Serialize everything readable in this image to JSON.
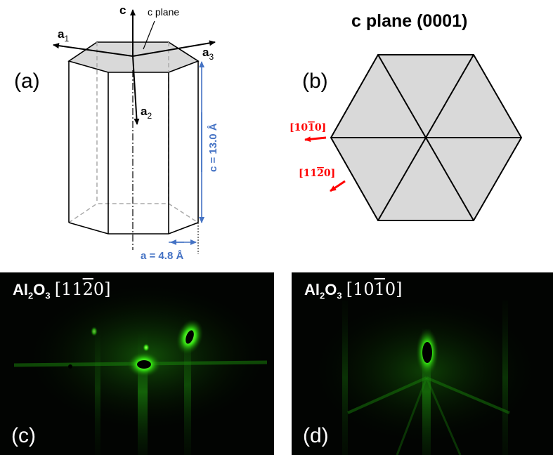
{
  "panel_a": {
    "label": "(a)",
    "axis_c": "c",
    "c_plane_label": "c plane",
    "a1": "a",
    "a1_sub": "1",
    "a2": "a",
    "a2_sub": "2",
    "a3": "a",
    "a3_sub": "3",
    "c_dimension": "c = 13.0 Å",
    "a_dimension": "a = 4.8 Å",
    "dim_color": "#4472c4"
  },
  "panel_b": {
    "label": "(b)",
    "title": "c plane (0001)",
    "dir1_pre": "[10",
    "dir1_bar": "1",
    "dir1_post": "0]",
    "dir2_pre": "[11",
    "dir2_bar": "2",
    "dir2_post": "0]",
    "arrow_color": "#ff0000",
    "fill_color": "#d9d9d9"
  },
  "panel_c": {
    "label": "(c)",
    "material": "Al",
    "sub1": "2",
    "o": "O",
    "sub2": "3",
    "dir_pre": "[11",
    "dir_bar": "2",
    "dir_post": "0]"
  },
  "panel_d": {
    "label": "(d)",
    "material": "Al",
    "sub1": "2",
    "o": "O",
    "sub2": "3",
    "dir_pre": "[10",
    "dir_bar": "1",
    "dir_post": "0]"
  }
}
